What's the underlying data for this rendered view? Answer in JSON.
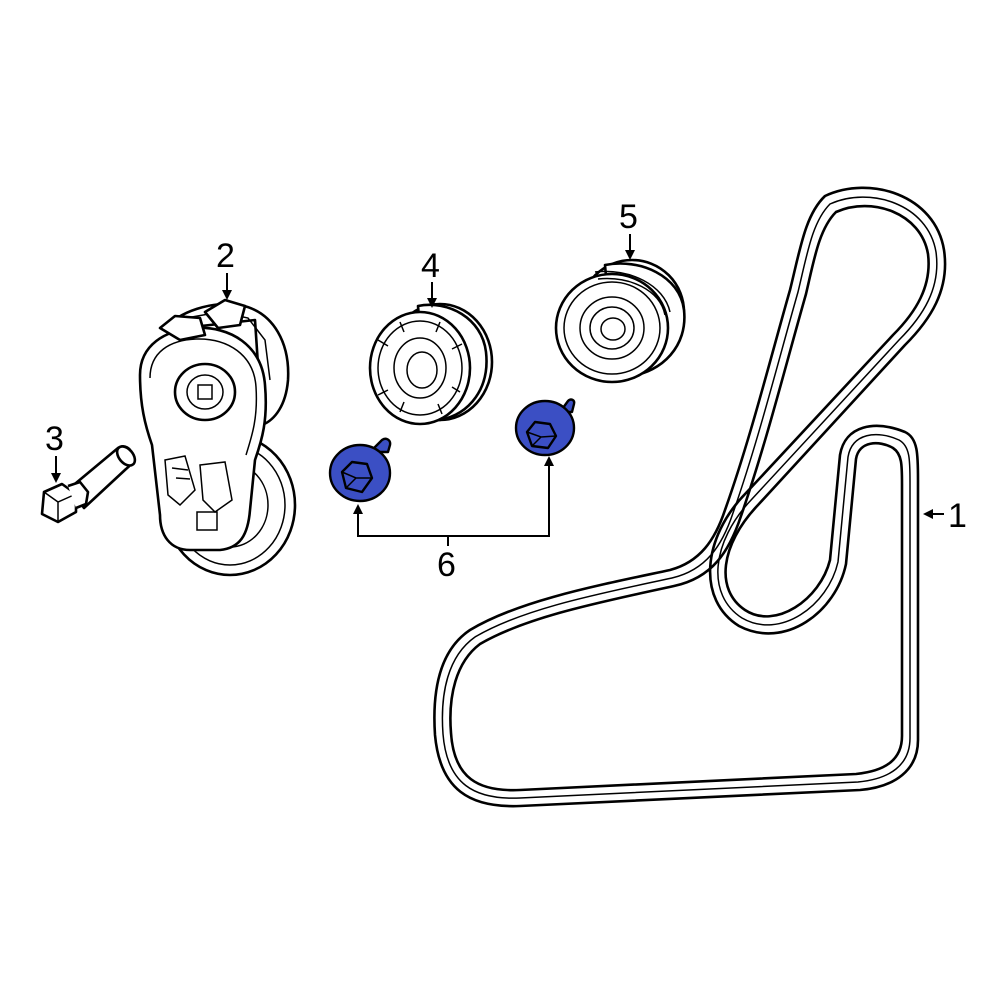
{
  "diagram": {
    "callouts": [
      {
        "id": "1",
        "label": "1"
      },
      {
        "id": "2",
        "label": "2"
      },
      {
        "id": "3",
        "label": "3"
      },
      {
        "id": "4",
        "label": "4"
      },
      {
        "id": "5",
        "label": "5"
      },
      {
        "id": "6",
        "label": "6"
      }
    ],
    "highlight_color": "#3b4fc4",
    "line_color": "#000000",
    "background_color": "#ffffff",
    "parts": [
      {
        "id": "1",
        "icon": "serpentine-belt-icon"
      },
      {
        "id": "2",
        "icon": "belt-tensioner-icon"
      },
      {
        "id": "3",
        "icon": "tensioner-bolt-icon"
      },
      {
        "id": "4",
        "icon": "idler-pulley-icon"
      },
      {
        "id": "5",
        "icon": "idler-pulley-icon"
      },
      {
        "id": "6",
        "icon": "pulley-bolt-icon",
        "highlighted": true
      }
    ]
  }
}
